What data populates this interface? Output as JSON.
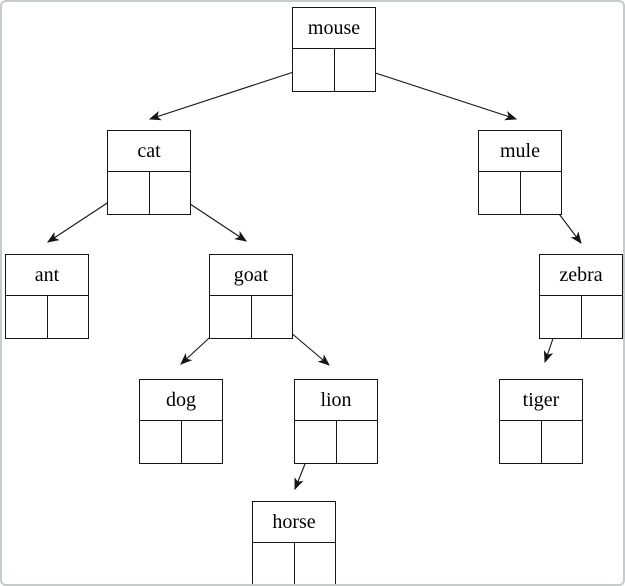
{
  "page": {
    "background": "#ffffff",
    "frame_border_color": "#c6cbce"
  },
  "diagram": {
    "type": "binary-tree",
    "root": "mouse",
    "node_style": "record box: name on top, left/right pointer cells below",
    "colors": {
      "line": "#161616",
      "node_border": "#161616",
      "node_fill": "#ffffff",
      "text": "#000000"
    },
    "nodes": [
      {
        "id": "mouse",
        "label": "mouse",
        "left": "cat",
        "right": "mule"
      },
      {
        "id": "cat",
        "label": "cat",
        "left": "ant",
        "right": "goat"
      },
      {
        "id": "mule",
        "label": "mule",
        "left": null,
        "right": "zebra"
      },
      {
        "id": "ant",
        "label": "ant",
        "left": null,
        "right": null
      },
      {
        "id": "goat",
        "label": "goat",
        "left": "dog",
        "right": "lion"
      },
      {
        "id": "zebra",
        "label": "zebra",
        "left": "tiger",
        "right": null
      },
      {
        "id": "dog",
        "label": "dog",
        "left": null,
        "right": null
      },
      {
        "id": "lion",
        "label": "lion",
        "left": "horse",
        "right": null
      },
      {
        "id": "tiger",
        "label": "tiger",
        "left": null,
        "right": null
      },
      {
        "id": "horse",
        "label": "horse",
        "left": null,
        "right": null
      }
    ],
    "edges": [
      {
        "from": "mouse",
        "cell": "left",
        "to": "cat"
      },
      {
        "from": "mouse",
        "cell": "right",
        "to": "mule"
      },
      {
        "from": "cat",
        "cell": "left",
        "to": "ant"
      },
      {
        "from": "cat",
        "cell": "right",
        "to": "goat"
      },
      {
        "from": "mule",
        "cell": "right",
        "to": "zebra"
      },
      {
        "from": "goat",
        "cell": "left",
        "to": "dog"
      },
      {
        "from": "goat",
        "cell": "right",
        "to": "lion"
      },
      {
        "from": "zebra",
        "cell": "left",
        "to": "tiger"
      },
      {
        "from": "lion",
        "cell": "left",
        "to": "horse"
      }
    ]
  }
}
